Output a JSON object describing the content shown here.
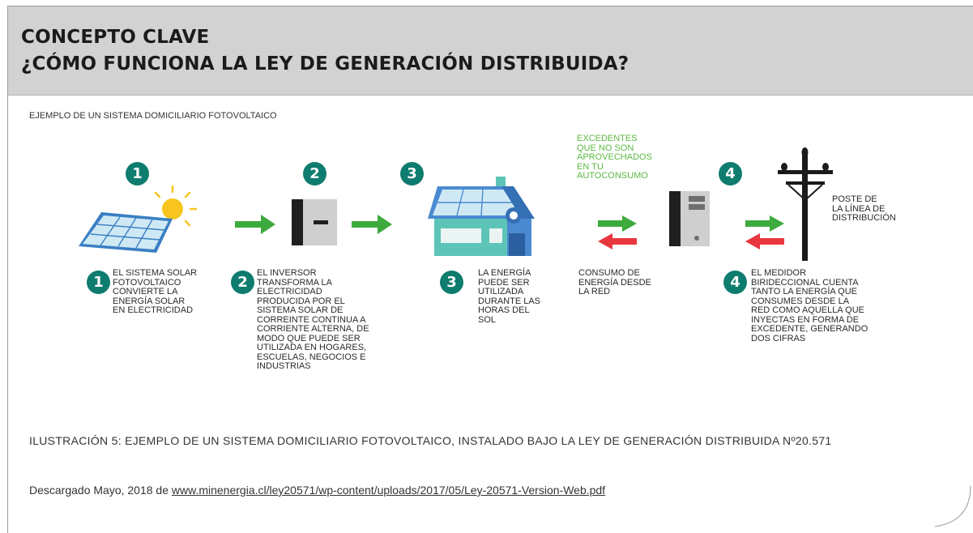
{
  "header": {
    "title_line1": "CONCEPTO CLAVE",
    "title_line2": "¿CÓMO FUNCIONA LA LEY DE GENERACIÓN DISTRIBUIDA?"
  },
  "diagram": {
    "subtitle": "EJEMPLO DE UN SISTEMA DOMICILIARIO FOTOVOLTAICO",
    "step_numbers": [
      "1",
      "2",
      "3",
      "4"
    ],
    "green_label": "EXCEDENTES\nQUE NO SON\nAPROVECHADOS\nEN TU\nAUTOCONSUMO",
    "pole_label": "POSTE DE\nLA LÍNEA DE\nDISTRIBUCIÓN",
    "consumption_label": "CONSUMO DE\nENERGÍA DESDE\nLA RED",
    "descriptions": [
      "EL SISTEMA SOLAR\nFOTOVOLTAICO\nCONVIERTE LA\nENERGÍA SOLAR\nEN ELECTRICIDAD",
      "EL INVERSOR\nTRANSFORMA LA\nELECTRICIDAD\nPRODUCIDA POR EL\nSISTEMA SOLAR DE\nCORREINTE CONTINUA A\nCORRIENTE ALTERNA, DE\nMODO QUE PUEDE SER\nUTILIZADA EN HOGARES,\nESCUELAS, NEGOCIOS E\nINDUSTRIAS",
      "LA ENERGÍA\nPUEDE SER\nUTILIZADA\nDURANTE LAS\nHORAS DEL\nSOL",
      "EL MEDIDOR\nBIRIDECCIONAL CUENTA\nTANTO LA ENERGÍA QUE\nCONSUMES DESDE LA\nRED COMO AQUELLA QUE\nINYECTAS EN FORMA DE\nEXCEDENTE, GENERANDO\nDOS CIFRAS"
    ],
    "colors": {
      "teal": "#0e7c6e",
      "green_arrow": "#3daa3d",
      "red_arrow": "#e8373f",
      "panel_blue": "#3a7fc4",
      "sun_yellow": "#f7c51e",
      "house_blue": "#4a8ad0",
      "house_teal": "#5dc4b8"
    }
  },
  "caption": "ILUSTRACIÓN 5: EJEMPLO DE UN SISTEMA DOMICILIARIO FOTOVOLTAICO, INSTALADO BAJO LA LEY DE GENERACIÓN DISTRIBUIDA Nº20.571",
  "source": {
    "prefix": "Descargado Mayo, 2018 de ",
    "link_text": "www.minenergia.cl/ley20571/wp-content/uploads/2017/05/Ley-20571-Version-Web.pdf"
  }
}
